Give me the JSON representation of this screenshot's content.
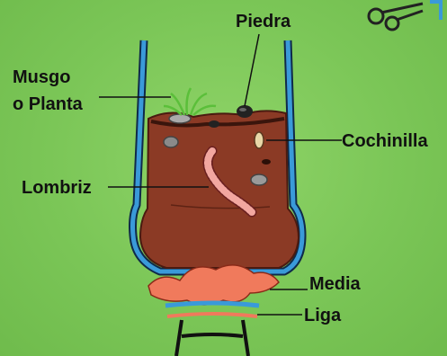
{
  "labels": {
    "piedra": "Piedra",
    "musgo_line1": "Musgo",
    "musgo_line2": "o Planta",
    "cochinilla": "Cochinilla",
    "lombriz": "Lombriz",
    "media": "Media",
    "liga": "Liga"
  },
  "icons": {
    "corner": "scissors-icon"
  },
  "colors": {
    "background": "#7bc657",
    "bottle": "#3a9ad9",
    "soil": "#8b3a25",
    "worm": "#f2a7a0",
    "media": "#f07a5c"
  }
}
